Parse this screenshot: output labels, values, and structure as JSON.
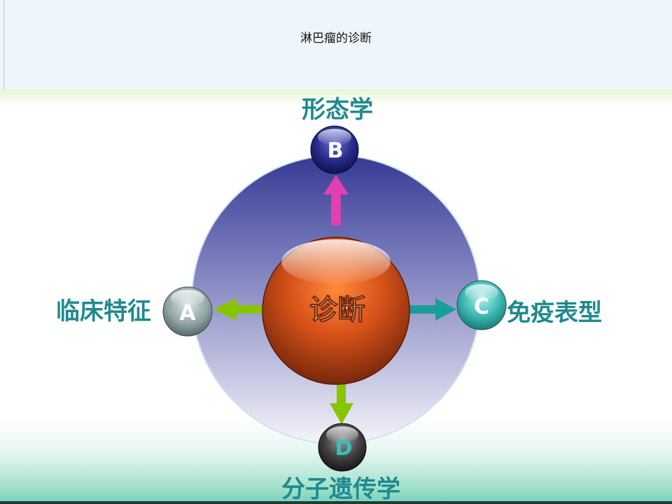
{
  "header": {
    "title": "淋巴瘤的诊断"
  },
  "diagram": {
    "center_label": "诊断",
    "nodes": [
      {
        "letter": "A",
        "label": "临床特征"
      },
      {
        "letter": "B",
        "label": "形态学"
      },
      {
        "letter": "C",
        "label": "免疫表型"
      },
      {
        "letter": "D",
        "label": "分子遗传学"
      }
    ]
  },
  "colors": {
    "ring_top": "#3a3f98",
    "center_sphere": "#e0561a",
    "label_text": "#1f8a90",
    "arrow_up": "#e040b0",
    "arrow_left": "#88c400",
    "arrow_right": "#1a9e9a",
    "arrow_down": "#88c400"
  }
}
